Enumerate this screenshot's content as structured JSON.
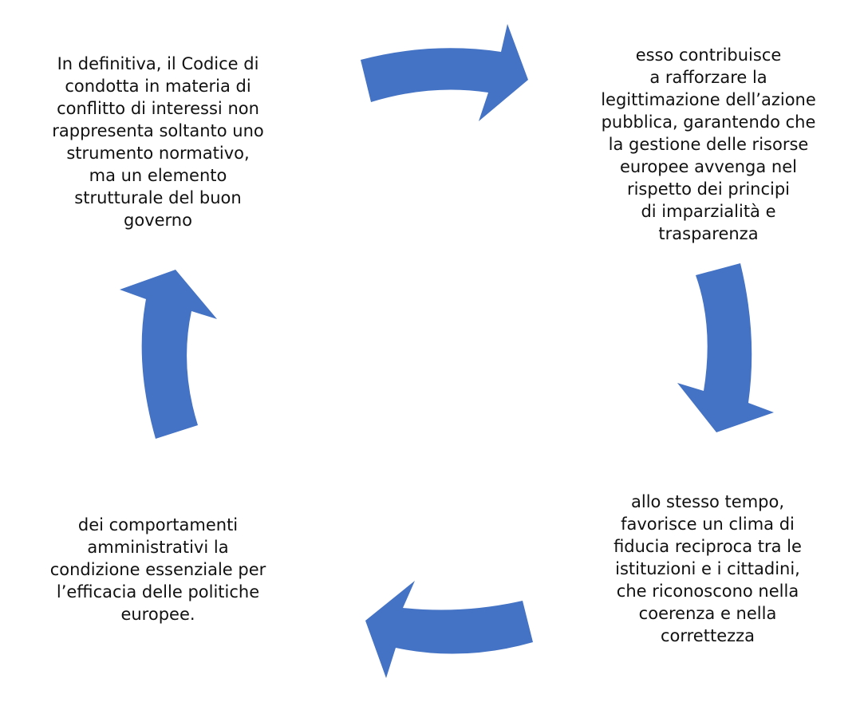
{
  "colors": {
    "arrow": "#4472C4",
    "text": "#111111"
  },
  "cycle": {
    "step_1": "In definitiva, il Codice di\ncondotta in materia di\nconflitto di interessi non\nrappresenta soltanto uno\nstrumento normativo,\nma un elemento\nstrutturale del buon\ngoverno",
    "step_2": "esso contribuisce\na rafforzare la\nlegittimazione dell’azione\npubblica, garantendo che\nla gestione delle risorse\neuropee avvenga nel\nrispetto dei principi\ndi imparzialità e\ntrasparenza",
    "step_3": "allo stesso tempo,\nfavorisce un clima di\nfiducia reciproca tra le\nistituzioni e i cittadini,\nche riconoscono nella\ncoerenza e nella\ncorrettezza",
    "step_4": "dei comportamenti\namministrativi la\ncondizione essenziale per\nl’efficacia delle politiche\neuropee."
  }
}
